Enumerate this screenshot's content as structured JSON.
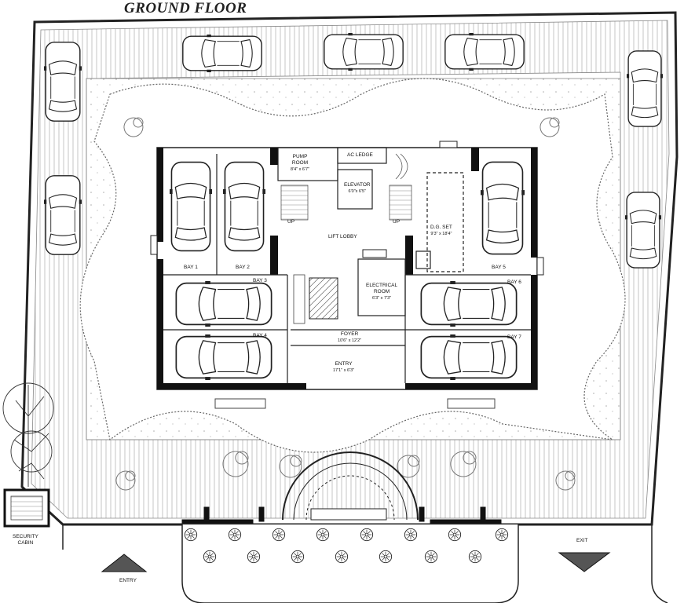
{
  "title": "GROUND FLOOR",
  "rooms": {
    "pump_room": {
      "name": "PUMP\nROOM",
      "dim": "8'4\" x 6'7\""
    },
    "ac_ledge": {
      "name": "AC LEDGE"
    },
    "elevator": {
      "name": "ELEVATOR",
      "dim": "6'0\"x 6'5\""
    },
    "dg_set": {
      "name": "D.G. SET",
      "dim": "9'3\" x 18'4\""
    },
    "lift_lobby": {
      "name": "LIFT LOBBY"
    },
    "electrical_room": {
      "name": "ELECTRICAL\nROOM",
      "dim": "6'3\" x 7'3\""
    },
    "foyer": {
      "name": "FOYER",
      "dim": "10'6\" x 12'2\""
    },
    "entry_hall": {
      "name": "ENTRY",
      "dim": "17'1\" x 6'3\""
    }
  },
  "stairs": {
    "up_left": "UP",
    "up_right": "UP"
  },
  "bays": [
    "BAY 1",
    "BAY 2",
    "BAY 3",
    "BAY 4",
    "BAY 5",
    "BAY 6",
    "BAY 7"
  ],
  "outside": {
    "security_cabin": "SECURITY\nCABIN",
    "entry": "ENTRY",
    "exit": "EXIT"
  },
  "colors": {
    "line": "#222222",
    "wall": "#111111",
    "hatch": "#9a9a9a",
    "paper": "#ffffff"
  }
}
